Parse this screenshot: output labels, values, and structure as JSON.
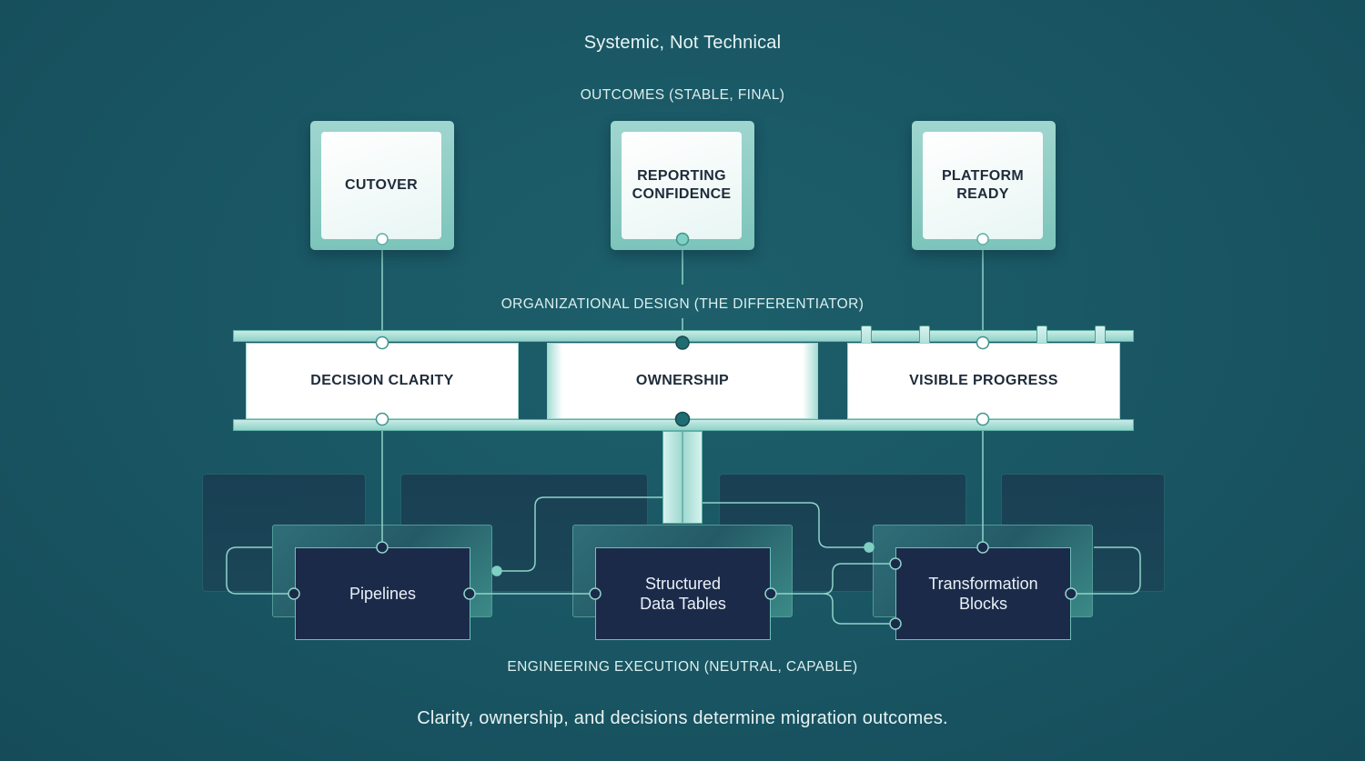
{
  "title": "Systemic, Not Technical",
  "layers": {
    "outcomes": {
      "label": "OUTCOMES (STABLE, FINAL)",
      "cards": [
        "CUTOVER",
        "REPORTING\nCONFIDENCE",
        "PLATFORM\nREADY"
      ]
    },
    "organizational": {
      "label": "ORGANIZATIONAL DESIGN (THE DIFFERENTIATOR)",
      "boxes": [
        "DECISION CLARITY",
        "OWNERSHIP",
        "VISIBLE PROGRESS"
      ]
    },
    "engineering": {
      "label": "ENGINEERING EXECUTION (NEUTRAL, CAPABLE)",
      "blocks": [
        "Pipelines",
        "Structured\nData Tables",
        "Transformation\nBlocks"
      ]
    }
  },
  "footer": "Clarity, ownership, and decisions determine migration outcomes.",
  "colors": {
    "background": "#195563",
    "teal_accent": "#7cc4bb",
    "card_text": "#1e2b3a",
    "engineering_block": "#1c2a4a"
  }
}
